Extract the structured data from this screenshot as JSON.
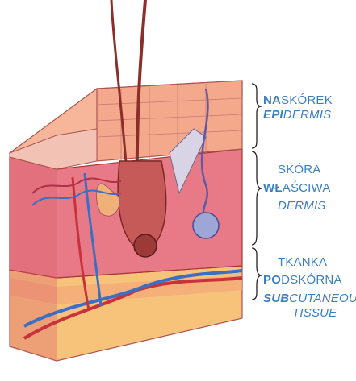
{
  "layers": [
    {
      "key": "epidermis",
      "polish": [
        "NA",
        "SKÓREK"
      ],
      "english": [
        "EPI",
        "DERMIS"
      ]
    },
    {
      "key": "dermis",
      "polish_line1": "SKÓRA",
      "polish_line2": [
        "WŁ",
        "AŚCIWA"
      ],
      "english": "DERMIS"
    },
    {
      "key": "subcutaneous",
      "polish_line1": "TKANKA",
      "polish_line2": [
        "PO",
        "DSKÓRNA"
      ],
      "english_line1": [
        "SUB",
        "CUTANEOUS"
      ],
      "english_line2": "TISSUE"
    }
  ],
  "colors": {
    "label_blue": "#3c7fc0",
    "epidermis": "#f4a98c",
    "dermis": "#e77a86",
    "fat": "#f7c27a",
    "vein": "#3a6fc4",
    "artery": "#c8323c",
    "hair": "#8a2f2a"
  }
}
